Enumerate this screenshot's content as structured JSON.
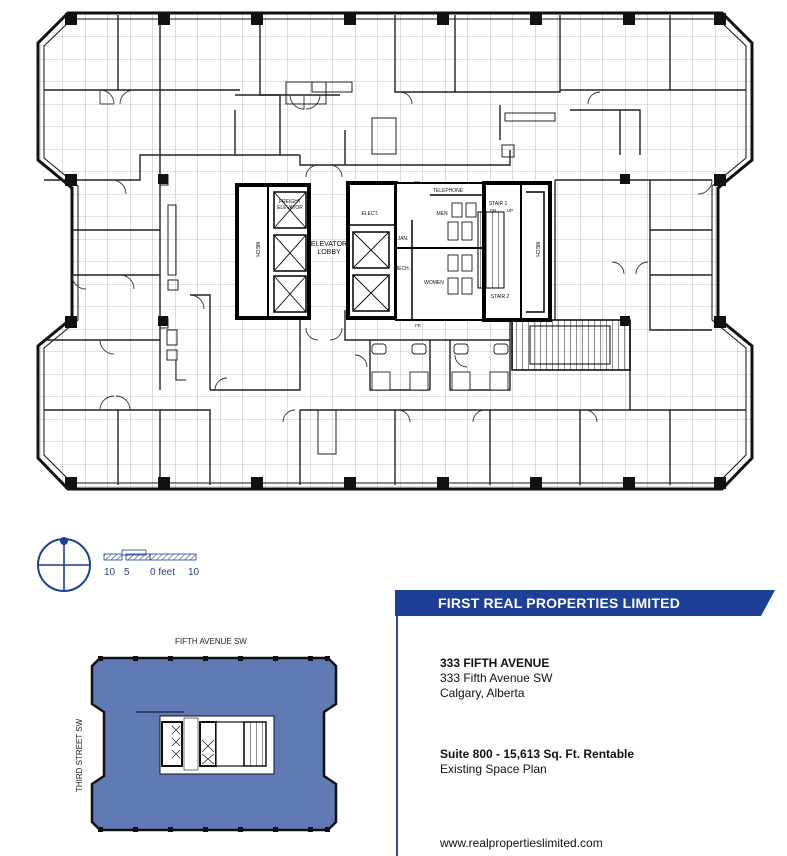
{
  "plan_labels": {
    "freight_elevator": [
      "FREIGHT",
      "ELEVATOR"
    ],
    "elevator_lobby": [
      "ELEVATOR",
      "LOBBY"
    ],
    "mech_left": "MECH.",
    "elect": "ELECT.",
    "jan": "JAN.",
    "mech_center": "MECH.",
    "telephone": "TELEPHONE",
    "men": "MEN",
    "women": "WOMEN",
    "stair_1": "STAIR 1",
    "stair_2": "STAIR 2",
    "stair_dn": "DN",
    "stair_up": "UP",
    "fe_top": "FE",
    "fe_bottom": "FE",
    "mech_right": "MECH."
  },
  "scale": {
    "labels": [
      "10",
      "5",
      "0 feet",
      "10"
    ]
  },
  "company": {
    "name": "FIRST REAL PROPERTIES LIMITED",
    "accent_color": "#1d3f98"
  },
  "keyplan": {
    "street_north": "FIFTH AVENUE SW",
    "street_west": "THIRD STREET SW",
    "fill_color": "#5f7ab5"
  },
  "property": {
    "building_name": "333 FIFTH AVENUE",
    "address_line1": "333 Fifth Avenue SW",
    "address_line2": "Calgary, Alberta",
    "suite": "Suite 800 - 15,613 Sq. Ft. Rentable",
    "plan_type": "Existing Space Plan",
    "website": "www.realpropertieslimited.com"
  }
}
